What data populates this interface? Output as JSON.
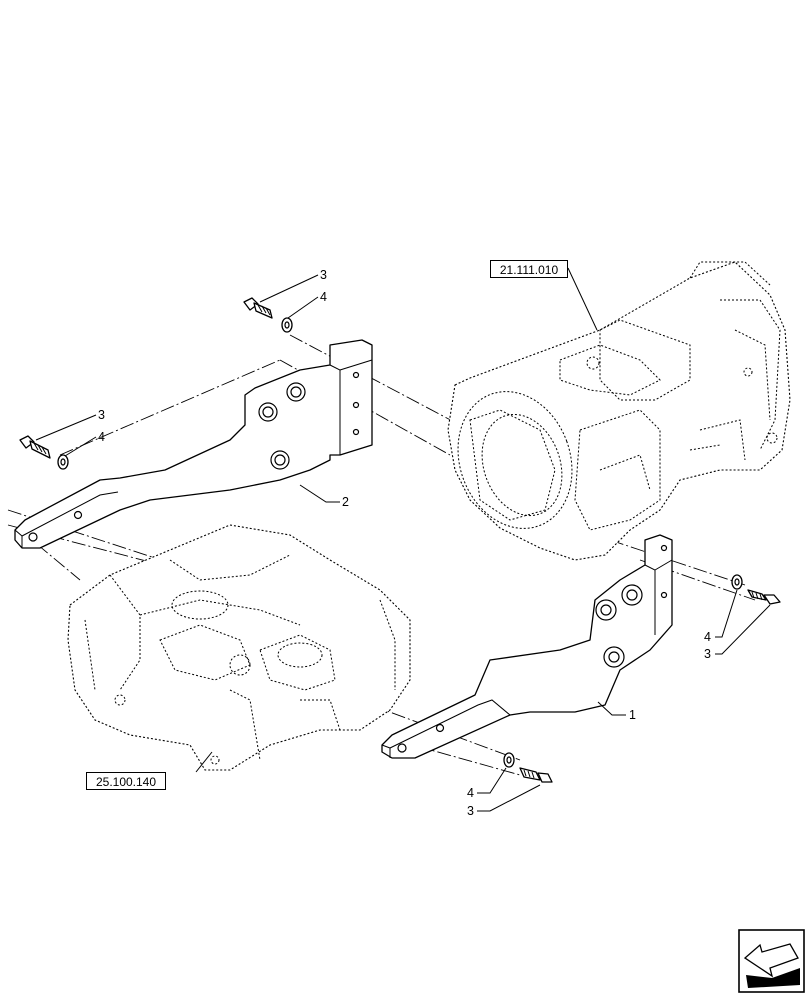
{
  "references": {
    "transmission_ref": "21.111.010",
    "axle_housing_ref": "25.100.140"
  },
  "callouts": {
    "bracket_right": "1",
    "bracket_left": "2",
    "bolt_upper_a": "3",
    "washer_upper_a": "4",
    "bolt_upper_b": "3",
    "washer_upper_b": "4",
    "washer_right": "4",
    "bolt_right": "3",
    "washer_bottom": "4",
    "bolt_bottom": "3"
  },
  "icons": {
    "navigation": "arrow-previous-icon"
  }
}
